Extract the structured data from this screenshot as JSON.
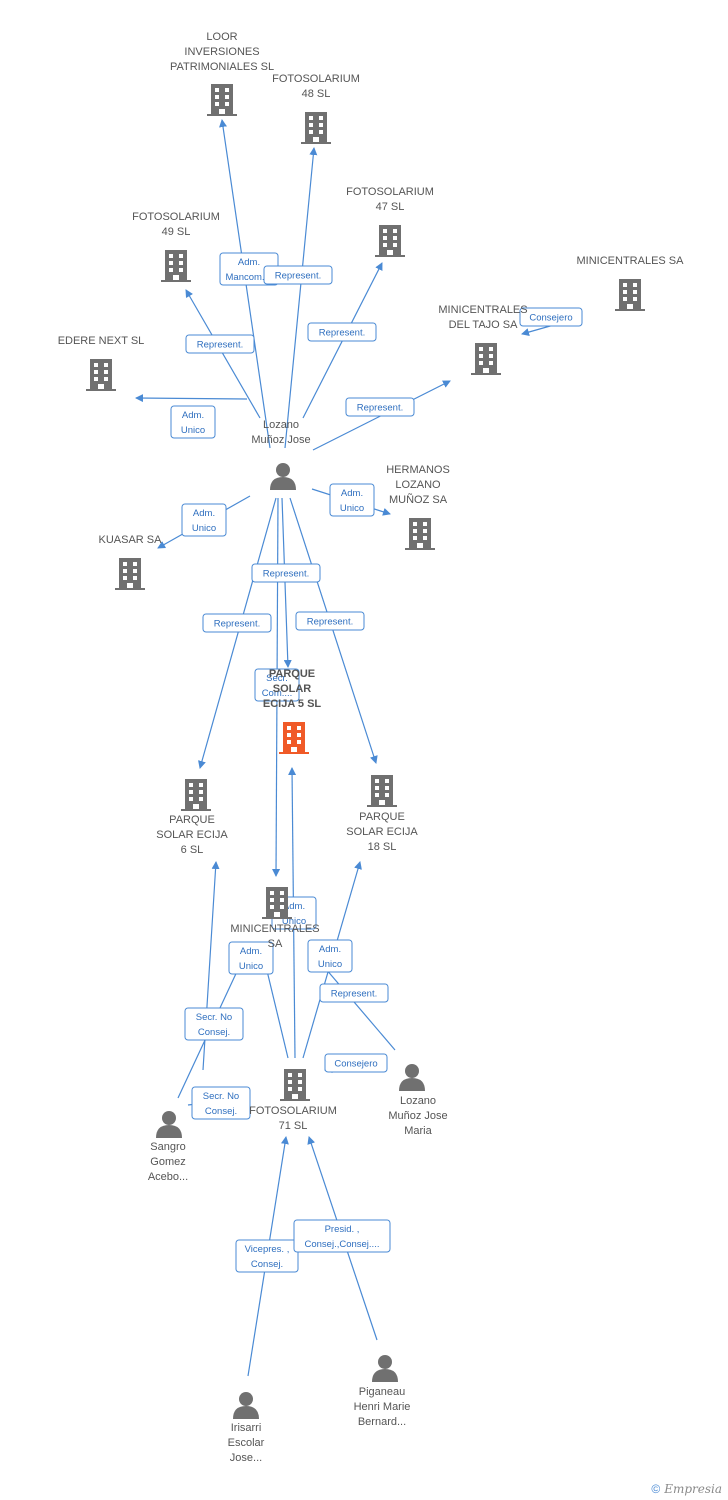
{
  "colors": {
    "edge": "#4a8ad4",
    "company": "#707070",
    "main_company": "#f05a28",
    "person": "#707070",
    "label": "#555555"
  },
  "nodes": [
    {
      "id": "loor",
      "type": "company",
      "label": [
        "LOOR",
        "INVERSIONES",
        "PATRIMONIALES SL"
      ]
    },
    {
      "id": "foto48",
      "type": "company",
      "label": [
        "FOTOSOLARIUM",
        "48 SL"
      ]
    },
    {
      "id": "foto47",
      "type": "company",
      "label": [
        "FOTOSOLARIUM",
        "47 SL"
      ]
    },
    {
      "id": "foto49",
      "type": "company",
      "label": [
        "FOTOSOLARIUM",
        "49 SL"
      ]
    },
    {
      "id": "minicentrales",
      "type": "company",
      "label": [
        "MINICENTRALES SA"
      ]
    },
    {
      "id": "minitajo",
      "type": "company",
      "label": [
        "MINICENTRALES",
        "DEL TAJO SA"
      ]
    },
    {
      "id": "edere",
      "type": "company",
      "label": [
        "EDERE NEXT SL"
      ]
    },
    {
      "id": "lozano",
      "type": "person",
      "label": [
        "Lozano",
        "Muñoz Jose"
      ]
    },
    {
      "id": "hermanos",
      "type": "company",
      "label": [
        "HERMANOS",
        "LOZANO",
        "MUÑOZ SA"
      ]
    },
    {
      "id": "kuasar",
      "type": "company",
      "label": [
        "KUASAR SA"
      ]
    },
    {
      "id": "main",
      "type": "main",
      "label": [
        "PARQUE",
        "SOLAR",
        "ECIJA 5 SL"
      ]
    },
    {
      "id": "parque6",
      "type": "company",
      "label": [
        "PARQUE",
        "SOLAR ECIJA",
        "6 SL"
      ]
    },
    {
      "id": "parque18",
      "type": "company",
      "label": [
        "PARQUE",
        "SOLAR ECIJA",
        "18 SL"
      ]
    },
    {
      "id": "miniSA",
      "type": "company",
      "label": [
        "MINICENTRALES",
        "SA"
      ]
    },
    {
      "id": "foto71",
      "type": "company",
      "label": [
        "FOTOSOLARIUM",
        "71 SL"
      ]
    },
    {
      "id": "lozanoMaria",
      "type": "person",
      "label": [
        "Lozano",
        "Muñoz Jose",
        "Maria"
      ]
    },
    {
      "id": "sangro",
      "type": "person",
      "label": [
        "Sangro",
        "Gomez",
        "Acebo..."
      ]
    },
    {
      "id": "irisarri",
      "type": "person",
      "label": [
        "Irisarri",
        "Escolar",
        "Jose..."
      ]
    },
    {
      "id": "piganeau",
      "type": "person",
      "label": [
        "Piganeau",
        "Henri Marie",
        "Bernard..."
      ]
    }
  ],
  "relations": [
    {
      "id": "r1",
      "label": [
        "Adm.",
        "Mancom...."
      ]
    },
    {
      "id": "r2",
      "label": [
        "Represent."
      ]
    },
    {
      "id": "r3",
      "label": [
        "Represent."
      ]
    },
    {
      "id": "r4",
      "label": [
        "Represent."
      ]
    },
    {
      "id": "r5",
      "label": [
        "Consejero"
      ]
    },
    {
      "id": "r6",
      "label": [
        "Represent."
      ]
    },
    {
      "id": "r7",
      "label": [
        "Adm.",
        "Unico"
      ]
    },
    {
      "id": "r8",
      "label": [
        "Adm.",
        "Unico"
      ]
    },
    {
      "id": "r9",
      "label": [
        "Adm.",
        "Unico"
      ]
    },
    {
      "id": "r10",
      "label": [
        "Represent."
      ]
    },
    {
      "id": "r11",
      "label": [
        "Represent."
      ]
    },
    {
      "id": "r12",
      "label": [
        "Represent."
      ]
    },
    {
      "id": "r13",
      "label": [
        "Secr.",
        "Com...."
      ]
    },
    {
      "id": "r14",
      "label": [
        "Adm.",
        "Unico"
      ]
    },
    {
      "id": "r15",
      "label": [
        "Adm.",
        "Unico"
      ]
    },
    {
      "id": "r16",
      "label": [
        "Adm.",
        "Unico"
      ]
    },
    {
      "id": "r17",
      "label": [
        "Represent."
      ]
    },
    {
      "id": "r18",
      "label": [
        "Secr.  No",
        "Consej."
      ]
    },
    {
      "id": "r19",
      "label": [
        "Consejero"
      ]
    },
    {
      "id": "r20",
      "label": [
        "Secr.  No",
        "Consej."
      ]
    },
    {
      "id": "r21",
      "label": [
        "Vicepres. ,",
        "Consej."
      ]
    },
    {
      "id": "r22",
      "label": [
        "Presid. ,",
        "Consej.,Consej...."
      ]
    }
  ],
  "footer": {
    "copyright": "©",
    "brand": "Empresia"
  }
}
